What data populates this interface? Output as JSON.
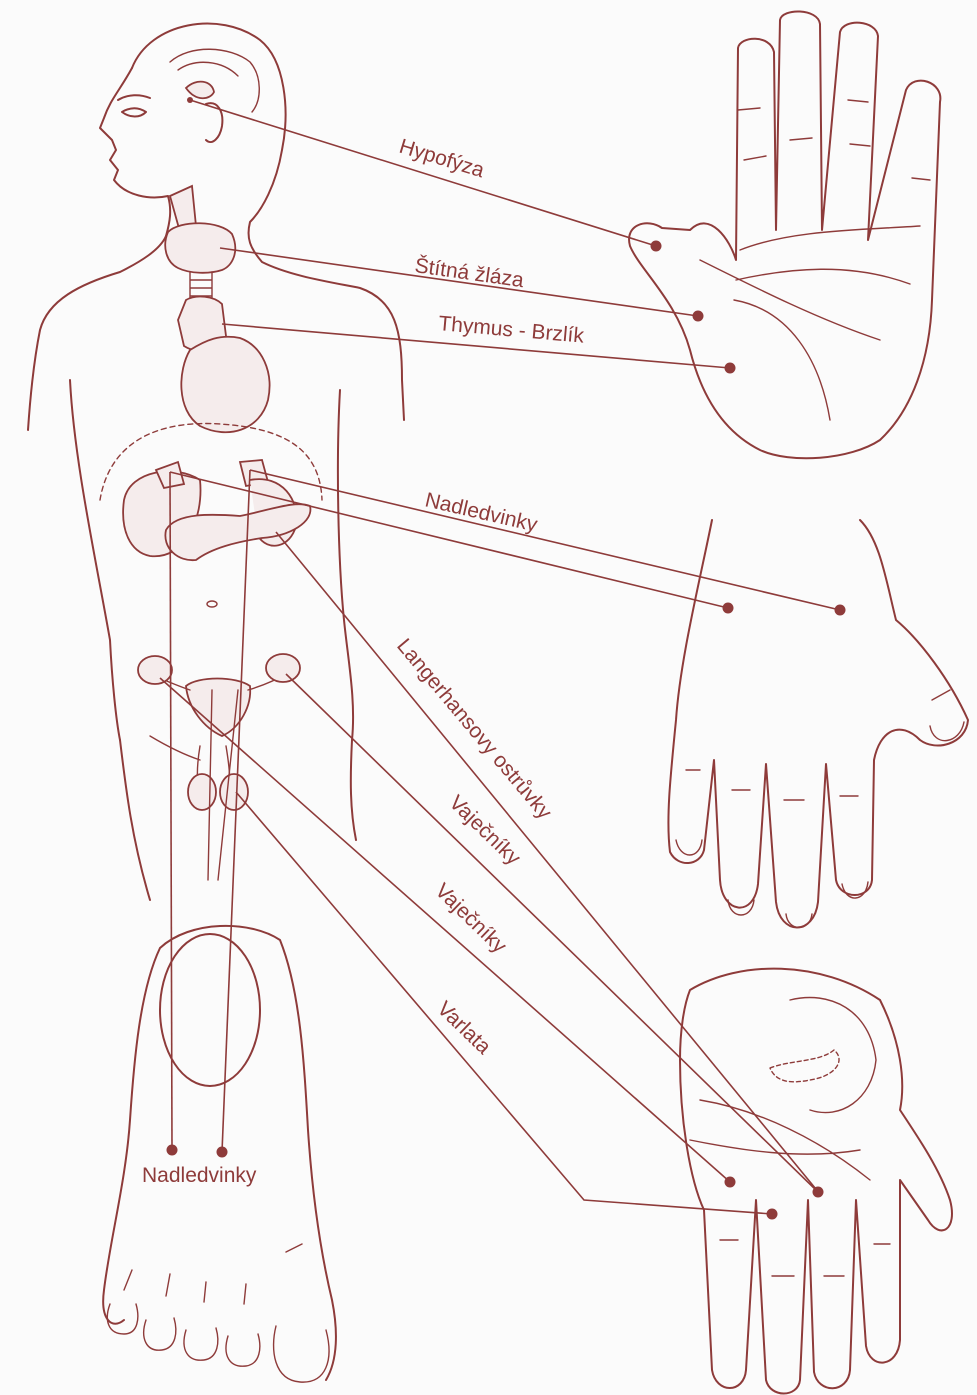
{
  "colors": {
    "ink": "#8e3b3a",
    "background": "#fbfbfb"
  },
  "labels": {
    "pituitary": "Hypofýza",
    "thyroid": "Štítná žláza",
    "thymus": "Thymus - Brzlík",
    "adrenals_hand": "Nadledvinky",
    "langerhans": "Langerhansovy ostrůvky",
    "ovaries_1": "Vaječníky",
    "ovaries_2": "Vaječníky",
    "testes": "Varlata",
    "adrenals_foot": "Nadledvinky"
  }
}
